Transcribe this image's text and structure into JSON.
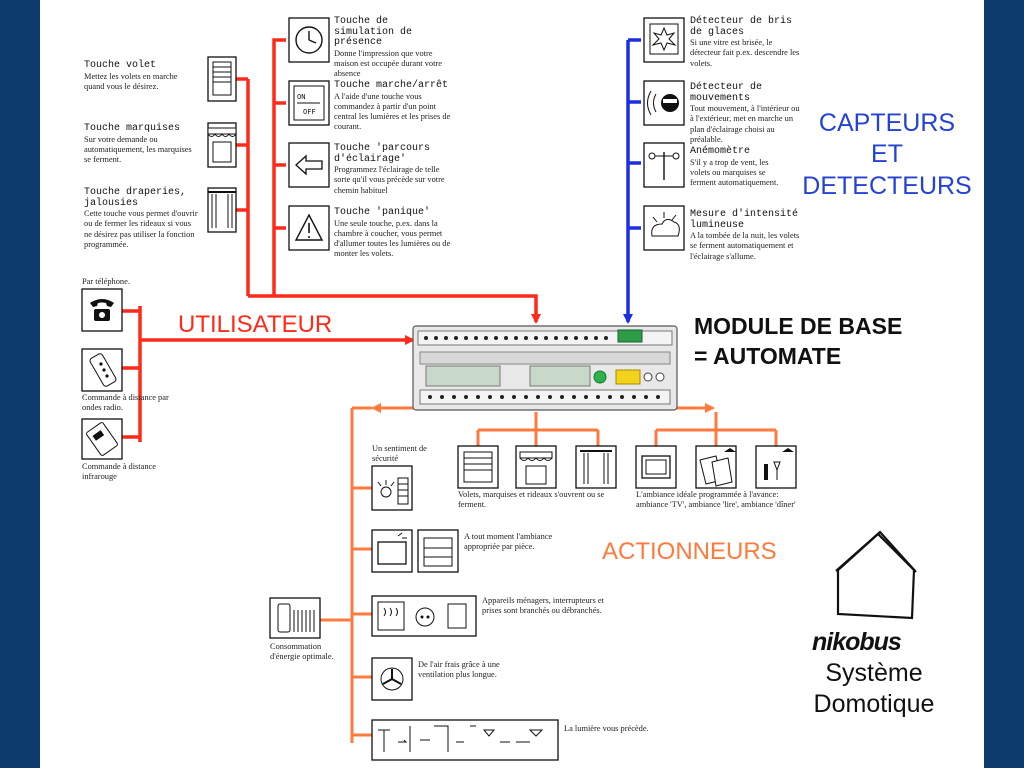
{
  "labels": {
    "capteurs": "CAPTEURS\nET\nDETECTEURS",
    "utilisateur": "UTILISATEUR",
    "module": "MODULE DE BASE\n= AUTOMATE",
    "actionneurs": "ACTIONNEURS",
    "brand": "nikobus",
    "system": "Système\nDomotique"
  },
  "left_keys": [
    {
      "id": "volet",
      "title": "Touche volet",
      "desc": "Mettez les volets en marche quand vous le désirez."
    },
    {
      "id": "marquises",
      "title": "Touche marquises",
      "desc": "Sur votre demande ou automatiquement, les marquises se ferment."
    },
    {
      "id": "draperies",
      "title": "Touche draperies, jalousies",
      "desc": "Cette touche vous permet d'ouvrir ou de fermer les rideaux si vous ne désirez pas utiliser la fonction programmée."
    }
  ],
  "center_keys": [
    {
      "id": "simulation",
      "title": "Touche de simulation de présence",
      "desc": "Donne l'impression que votre maison est occupée durant votre absence"
    },
    {
      "id": "marche",
      "title": "Touche marche/arrêt",
      "desc": "A l'aide d'une touche vous commandez à partir d'un point central les lumières et les prises de courant."
    },
    {
      "id": "parcours",
      "title": "Touche 'parcours d'éclairage'",
      "desc": "Programmez l'éclairage de telle sorte qu'il vous précède sur votre chemin habituel"
    },
    {
      "id": "panique",
      "title": "Touche 'panique'",
      "desc": "Une seule touche, p.ex. dans la chambre à coucher, vous permet d'allumer toutes les lumières ou de monter les volets."
    }
  ],
  "sensors": [
    {
      "id": "bris",
      "title": "Détecteur de bris de glaces",
      "desc": "Si une vitre est brisée, le détecteur fait p.ex. descendre les volets."
    },
    {
      "id": "mouvements",
      "title": "Détecteur de mouvements",
      "desc": "Tout mouvement, à l'intérieur ou à l'extérieur, met en marche un plan d'éclairage choisi au préalable."
    },
    {
      "id": "anemometre",
      "title": "Anémomètre",
      "desc": "S'il y a trop de vent, les volets ou marquises se ferment automatiquement."
    },
    {
      "id": "intensite",
      "title": "Mesure d'intensité lumineuse",
      "desc": "A la tombée de la nuit, les volets se ferment automatiquement et l'éclairage s'allume."
    }
  ],
  "user_inputs": [
    {
      "id": "telephone",
      "caption": "Par téléphone."
    },
    {
      "id": "radio",
      "caption": "Commande à distance par ondes radio."
    },
    {
      "id": "infrarouge",
      "caption": "Commande à distance infrarouge"
    }
  ],
  "actuators": {
    "volets_caption": "Volets, marquises et rideaux s'ouvrent ou se ferment.",
    "ambiance_caption": "L'ambiance idéale programmée à l'avance: ambiance 'TV', ambiance 'lire', ambiance 'dîner'",
    "securite": "Un sentiment de sécurité",
    "piece": "A tout moment l'ambiance appropriée par pièce.",
    "menagers": "Appareils ménagers, interrupteurs et prises sont branchés ou débranchés.",
    "ventilation": "De l'air frais grâce à une ventilation plus longue.",
    "lumiere": "La lumière vous précède.",
    "energie": "Consommation d'énergie optimale."
  }
}
